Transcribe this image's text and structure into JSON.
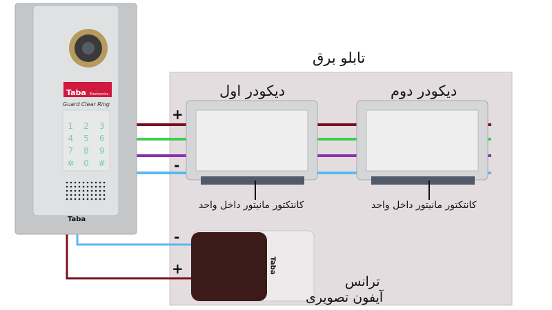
{
  "panel_title": "تابلو برق",
  "decoder1": {
    "title": "دیکودر اول",
    "connector_label": "کانتکتور مانیتور داخل واحد"
  },
  "decoder2": {
    "title": "دیکودر دوم",
    "connector_label": "کانتکتور مانیتور داخل واحد"
  },
  "power_supply": {
    "line1": "ترانس",
    "line2": "آیفون تصویری",
    "brand": "Taba",
    "plus": "+",
    "minus": "-"
  },
  "door_panel": {
    "brand_label": "Taba",
    "brand_sub": "Electronics",
    "footer_brand": "Taba",
    "key_headers": [
      "Guard",
      "Clear",
      "Ring"
    ],
    "keys": [
      "1",
      "2",
      "3",
      "4",
      "5",
      "6",
      "7",
      "8",
      "9",
      "✲",
      "0",
      "#"
    ]
  },
  "polarity": {
    "plus": "+",
    "minus": "-"
  },
  "colors": {
    "wire_red": "#7a1020",
    "wire_green": "#3ccf4e",
    "wire_purple": "#8a2fb0",
    "wire_blue": "#5ab8f0",
    "panel_bg": "#e3dde0",
    "brand_red": "#d0193f"
  }
}
